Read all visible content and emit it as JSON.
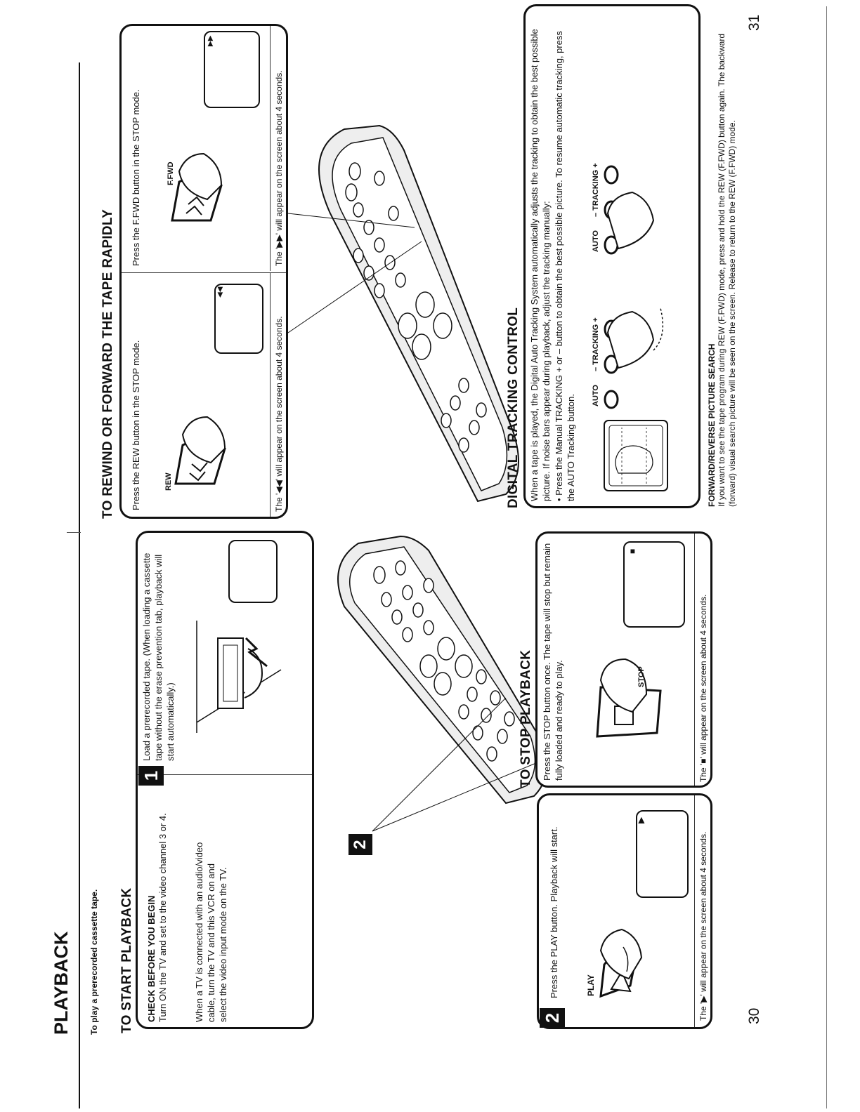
{
  "page_title": "PLAYBACK",
  "intro": "To play a prerecorded cassette tape.",
  "page_numbers": {
    "left": "30",
    "right": "31"
  },
  "start": {
    "heading": "TO START PLAYBACK",
    "check_title": "CHECK BEFORE YOU BEGIN",
    "check_text": "Turn ON the TV and set to the video channel 3 or 4.",
    "av_text": "When a TV is connected with an audio/video cable, turn the TV and this VCR on and select the video input mode on the TV.",
    "step1_number": "1",
    "step1_text": "Load a prerecorded tape. (When loading a cassette tape without the erase prevention tab, playback will start automatically.)",
    "step2_number": "2",
    "step2_text": "Press the PLAY button.  Playback will start.",
    "step2_note": "The '▶' will appear on the screen about 4 seconds.",
    "play_label": "PLAY"
  },
  "stop": {
    "heading": "TO STOP PLAYBACK",
    "text": "Press the STOP button once. The tape will stop but remain fully loaded and ready to play.",
    "note": "The '■' will appear on the screen about 4 seconds.",
    "stop_label": "STOP"
  },
  "remote_callout_number": "2",
  "rewind": {
    "heading": "TO REWIND OR FORWARD THE TAPE RAPIDLY",
    "rew_text": "Press the REW  button in the STOP mode.",
    "rew_note": "The '◀◀' will appear on the screen about 4 seconds.",
    "rew_label": "REW",
    "ffwd_text": "Press the F.FWD button in the STOP mode.",
    "ffwd_note": "The '▶▶' will appear on the screen about 4 seconds.",
    "ffwd_label": "F.FWD",
    "rew_symbol": "◀◀",
    "ffwd_symbol": "▶▶"
  },
  "tracking": {
    "heading": "DIGITAL TRACKING CONTROL",
    "text": "When a tape is played, the Digital Auto Tracking System automatically adjusts the tracking to obtain the best possible picture. If noise bars appear during playback, adjust the tracking manually:",
    "bullet": "• Press the Manual TRACKING + or – button to obtain the best possible picture. To resume automatic tracking, press the AUTO Tracking button.",
    "auto_label": "AUTO",
    "tracking_label": "– TRACKING +"
  },
  "search": {
    "title": "FORWARD/REVERSE PICTURE SEARCH",
    "text": "If you want to see the tape program during REW (F.FWD) mode, press and hold the REW (F.FWD) button again. The backward (forward) visual search picture will be seen on the screen. Release to return to the REW (F.FWD) mode."
  }
}
